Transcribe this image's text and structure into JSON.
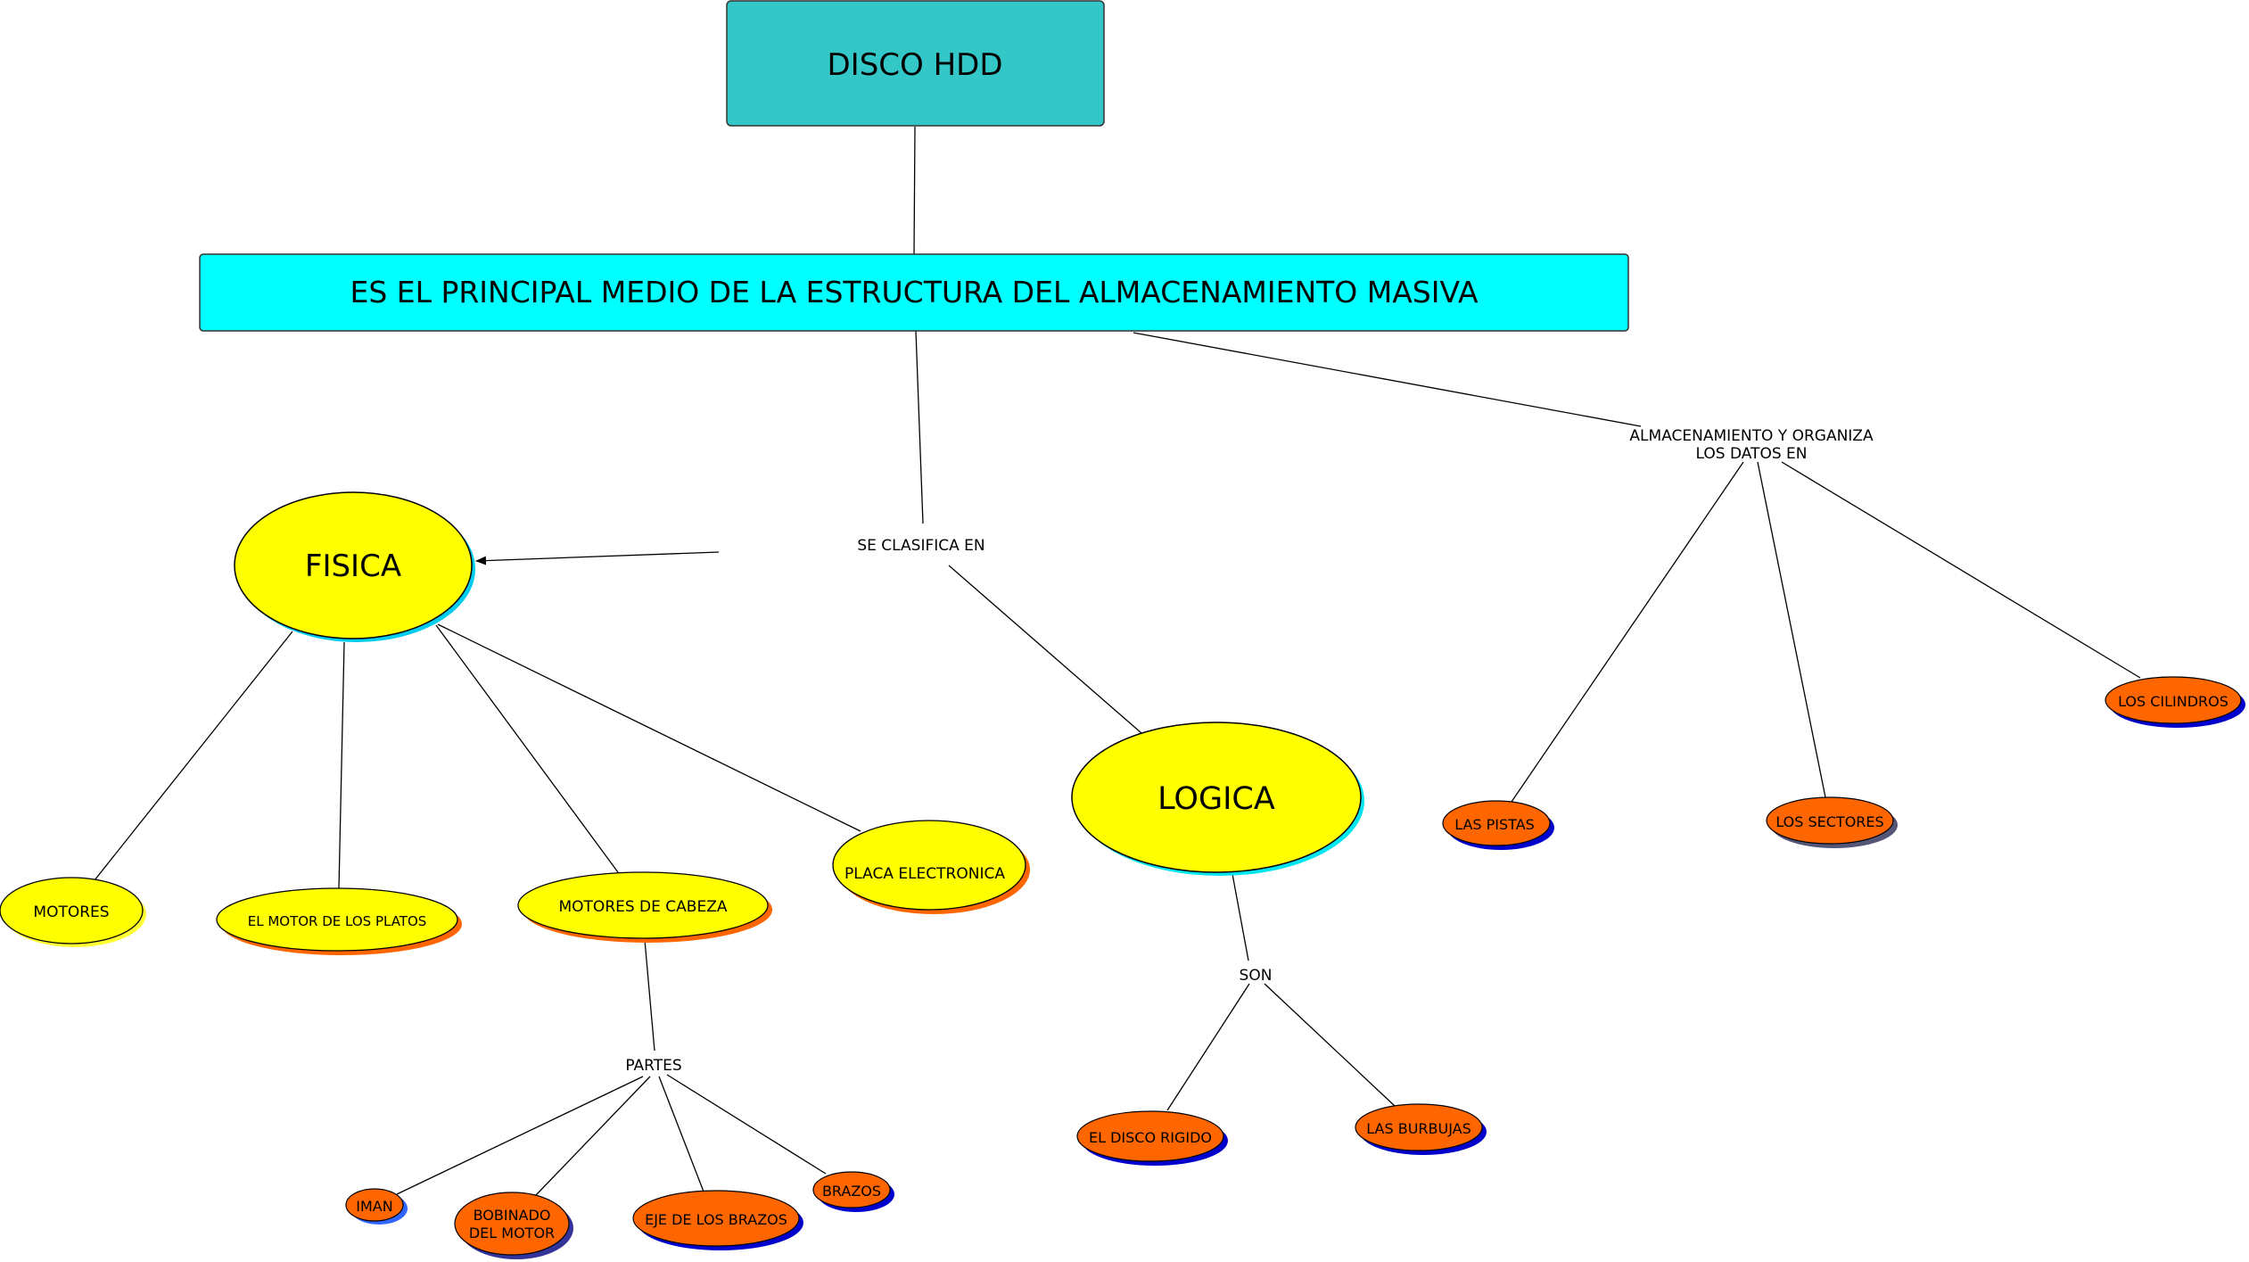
{
  "colors": {
    "root_box": "#33c7c7",
    "main_box": "#00ffff",
    "yellow": "#ffff00",
    "orange": "#ff6600",
    "shadow_cyan": "#00ccee",
    "shadow_orange": "#ff6600",
    "shadow_yellow": "#ffff33",
    "shadow_blue": "#0000cc",
    "shadow_lightblue": "#3366ff",
    "shadow_slate": "#555577",
    "line": "#000000"
  },
  "root": {
    "label": "DISCO HDD"
  },
  "main": {
    "label": "ES EL PRINCIPAL MEDIO DE LA ESTRUCTURA DEL ALMACENAMIENTO MASIVA"
  },
  "link_labels": {
    "classify": "SE CLASIFICA EN",
    "organize_line1": "ALMACENAMIENTO Y ORGANIZA",
    "organize_line2": "LOS DATOS EN",
    "parts": "PARTES",
    "son": "SON"
  },
  "categories": {
    "fisica": "FISICA",
    "logica": "LOGICA"
  },
  "fisica_children": [
    {
      "label": "MOTORES"
    },
    {
      "label": "EL MOTOR DE LOS PLATOS"
    },
    {
      "label": "MOTORES DE CABEZA"
    },
    {
      "label": "PLACA ELECTRONICA"
    }
  ],
  "parts": [
    {
      "label": "IMAN"
    },
    {
      "label_line1": "BOBINADO",
      "label_line2": "DEL MOTOR"
    },
    {
      "label": "EJE DE LOS BRAZOS"
    },
    {
      "label": "BRAZOS"
    }
  ],
  "logica_children": [
    {
      "label": "EL DISCO RIGIDO"
    },
    {
      "label": "LAS BURBUJAS"
    }
  ],
  "organize_children": [
    {
      "label": "LAS PISTAS"
    },
    {
      "label": "LOS SECTORES"
    },
    {
      "label": "LOS CILINDROS"
    }
  ]
}
